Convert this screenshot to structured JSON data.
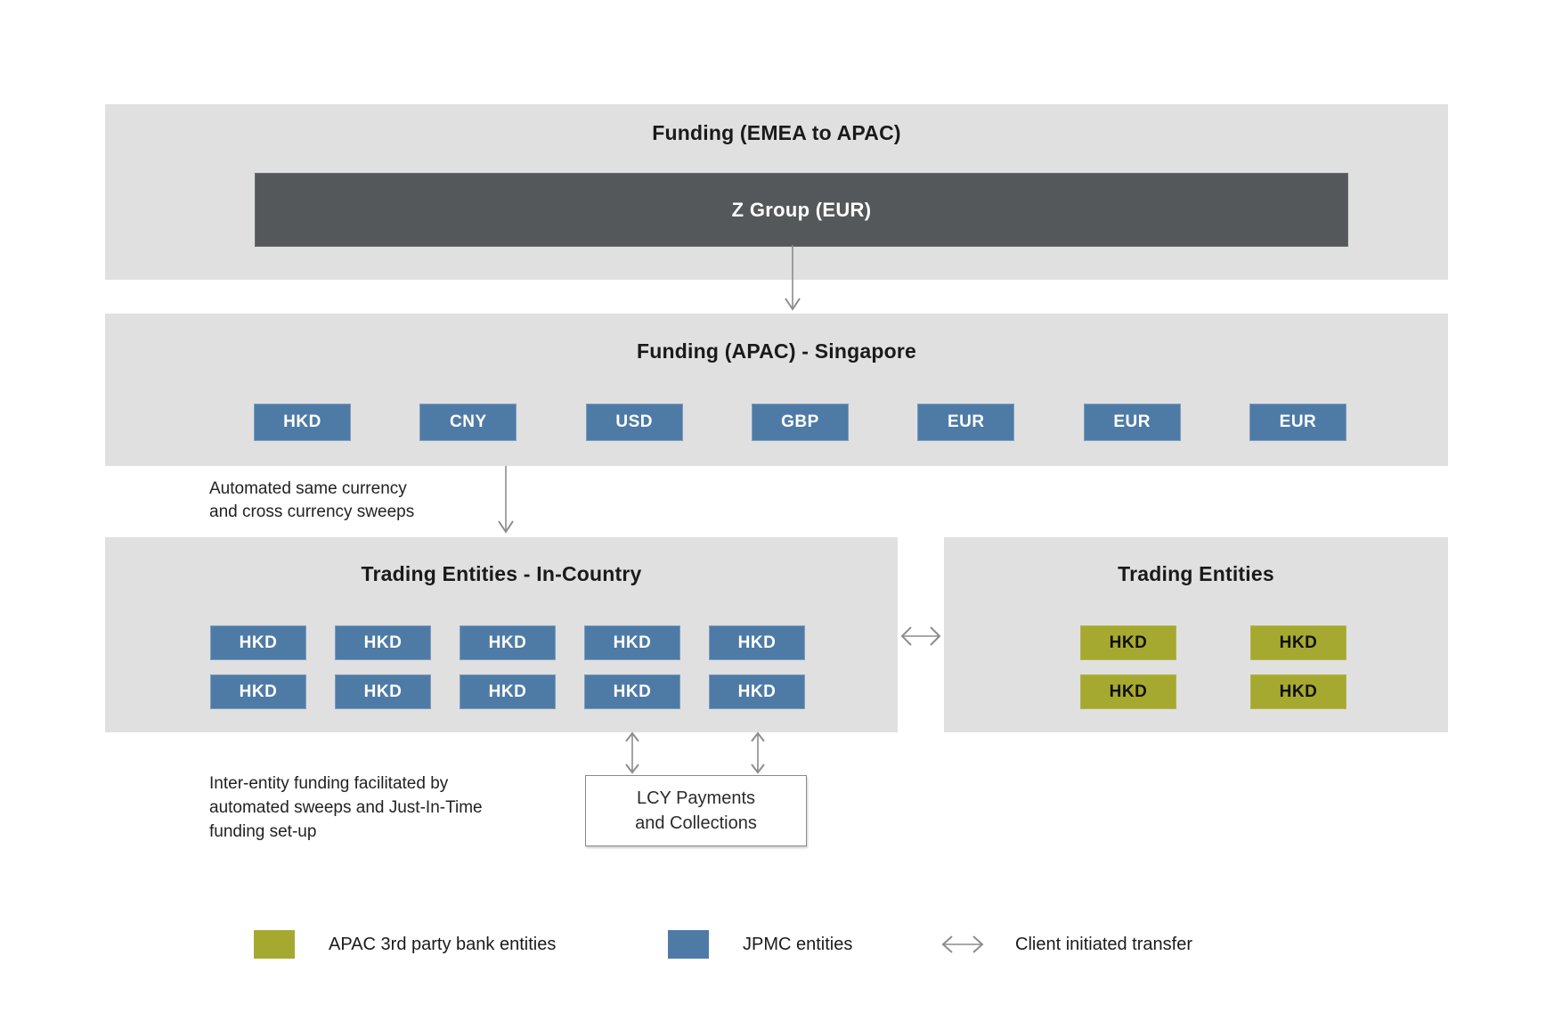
{
  "colors": {
    "panel_bg": "#e0e0e0",
    "dark_box": "#54585a",
    "jpmc_blue": "#4e7ba6",
    "apac_olive": "#a6a92f",
    "arrow_gray": "#8c8c8c",
    "text_dark": "#1a1a1a",
    "lcy_border": "#8a8a8a"
  },
  "panels": {
    "funding_emea": {
      "title": "Funding (EMEA to APAC)",
      "group_box": "Z Group (EUR)"
    },
    "funding_apac": {
      "title": "Funding (APAC) - Singapore",
      "currencies": [
        "HKD",
        "CNY",
        "USD",
        "GBP",
        "EUR",
        "EUR",
        "EUR"
      ]
    },
    "trading_in_country": {
      "title": "Trading Entities - In-Country",
      "currencies": [
        "HKD",
        "HKD",
        "HKD",
        "HKD",
        "HKD",
        "HKD",
        "HKD",
        "HKD",
        "HKD",
        "HKD"
      ]
    },
    "trading_entities": {
      "title": "Trading Entities",
      "currencies": [
        "HKD",
        "HKD",
        "HKD",
        "HKD"
      ]
    }
  },
  "annotations": {
    "sweep_note": {
      "line1": "Automated same currency",
      "line2": "and cross currency sweeps"
    },
    "inter_entity_note": {
      "line1": "Inter-entity funding facilitated by",
      "line2": "automated sweeps and Just-In-Time",
      "line3": "funding set-up"
    }
  },
  "lcy_box": {
    "line1": "LCY Payments",
    "line2": "and Collections"
  },
  "legend": {
    "apac": {
      "label": "APAC 3rd party bank entities"
    },
    "jpmc": {
      "label": "JPMC entities"
    },
    "client": {
      "label": "Client initiated transfer"
    }
  }
}
